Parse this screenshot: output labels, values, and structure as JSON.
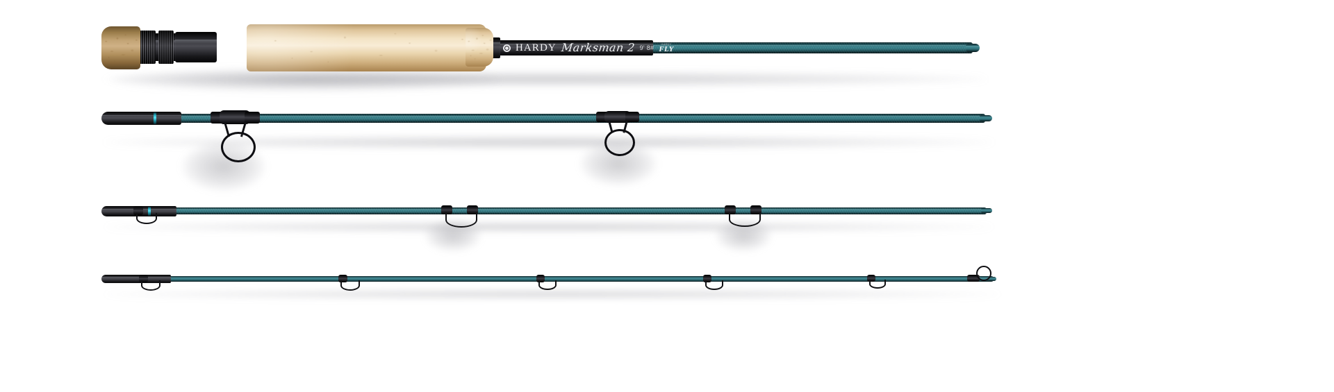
{
  "product": {
    "brand": "HARDY",
    "model": "Marksman 2",
    "spec": "9' 8#",
    "category_top": "HARDY",
    "category": "FLY",
    "logo_icon": "hardy-roundel-icon",
    "blank_color": "#2f7079",
    "accent_color": "#3fc8dc",
    "fitting_color": "#111114",
    "cork_color": "#f3e3c4",
    "background_color": "#ffffff",
    "section_count": 4
  },
  "sections": [
    {
      "name": "butt-section",
      "index": 1,
      "parts": [
        "fighting-butt-cork",
        "reel-seat",
        "locking-rings",
        "cork-grip",
        "blank-with-graphics"
      ]
    },
    {
      "name": "mid-section-upper",
      "index": 2,
      "parts": [
        "ferrule",
        "accent-ring",
        "stripping-guide",
        "stripping-guide"
      ]
    },
    {
      "name": "mid-section-lower",
      "index": 3,
      "parts": [
        "ferrule",
        "accent-ring",
        "snake-guide",
        "snake-guide",
        "snake-guide"
      ]
    },
    {
      "name": "tip-section",
      "index": 4,
      "parts": [
        "ferrule",
        "snake-guide",
        "snake-guide",
        "snake-guide",
        "snake-guide",
        "snake-guide",
        "tip-top"
      ]
    }
  ]
}
